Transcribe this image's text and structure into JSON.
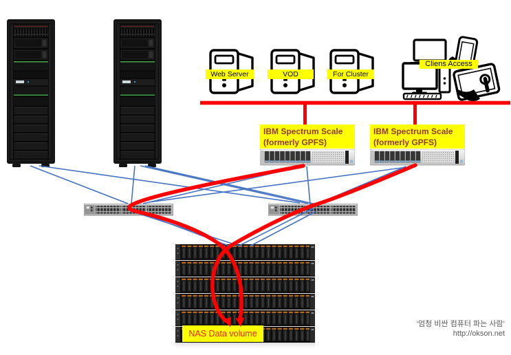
{
  "labels": {
    "web_server": "Web Server",
    "vod": "VOD",
    "for_cluster": "For Cluster",
    "clients_access": "Cliens Access",
    "nas": "NAS Data volume"
  },
  "spectrum_nodes": [
    {
      "line1": "IBM Spectrum Scale",
      "line2": "(formerly GPFS)"
    },
    {
      "line1": "IBM Spectrum Scale",
      "line2": "(formerly GPFS)"
    }
  ],
  "credit": {
    "line1": "‘엄청 비싼 컴퓨터 파는 사람’",
    "line2": "http://okson.net"
  },
  "colors": {
    "network_red": "#ff0000",
    "link_blue": "#4472c4",
    "label_yellow": "#ffff00",
    "spectrum_text": "#94392c",
    "nas_text": "#ea2415"
  },
  "icons": {
    "server_rack": "svg-rack-tower",
    "tower_server": "svg-tower-pc-outline",
    "laptop": "svg-laptop-outline",
    "smartphone_hand": "svg-phone-in-hand",
    "desktop_pc": "svg-desktop-monitor-keyboard-tower",
    "tablet_touch": "svg-tablet-with-hand",
    "rack_server_2u": "svg-gray-2u-server",
    "network_switch": "svg-1u-switch",
    "disk_shelf_stack": "svg-storage-shelves",
    "arrow_down": "red-triangle"
  }
}
